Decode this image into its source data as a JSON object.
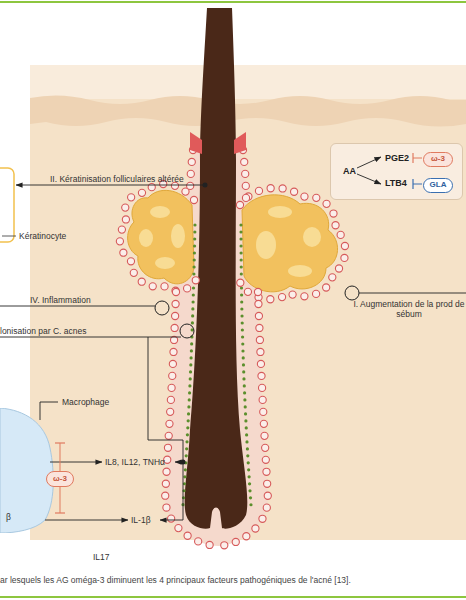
{
  "diagram": {
    "caption": "ar lesquels les AG oméga-3 diminuent les 4 principaux facteurs pathogéniques de l'acné [13].",
    "nodes": [
      {
        "text": [
          "AA",
          "PGE2",
          "LTB4"
        ]
      },
      {
        "text": [
          "ω-3"
        ],
        "in": 0
      },
      {
        "text": [
          "GLA"
        ],
        "in": 0
      },
      {
        "text": [
          "β"
        ]
      },
      {
        "text": [
          "ω-3"
        ]
      }
    ],
    "labels": [
      "II. Kératinisation folliculaires altérée",
      "Kératinocyte",
      "IV. Inflammation",
      "lonisation par C. acnes",
      "I. Augmentation de la prod de sébum",
      "Macrophage",
      "IL8, IL12, TNHα",
      "IL-1β",
      "IL17"
    ]
  }
}
